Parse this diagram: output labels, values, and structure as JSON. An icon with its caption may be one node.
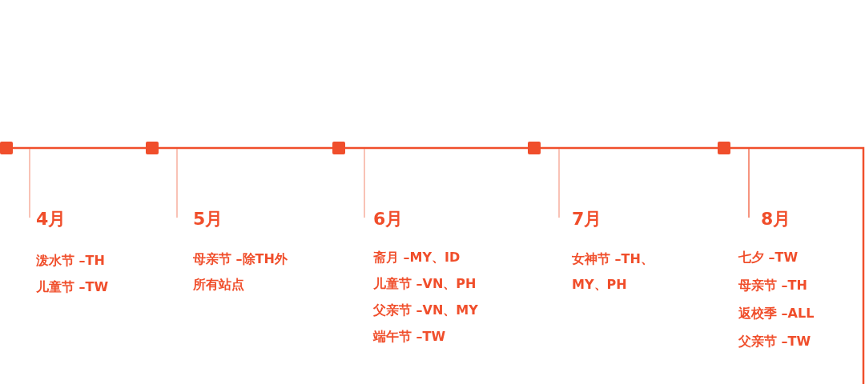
{
  "diagram": {
    "labels": [
      "4月",
      "泼水节 –TH",
      "儿童节 –TW",
      "5月",
      "母亲节 –除TH外所有站点",
      "6月",
      "斋月 –MY、ID",
      "儿童节 –VN、PH",
      "父亲节 –VN、MY",
      "端午节 –TW",
      "7月",
      "女神节 –TH、MY、PH",
      "8月",
      "七夕 –TW",
      "母亲节 –TH",
      "返校季 –ALL",
      "父亲节 –TW"
    ]
  }
}
